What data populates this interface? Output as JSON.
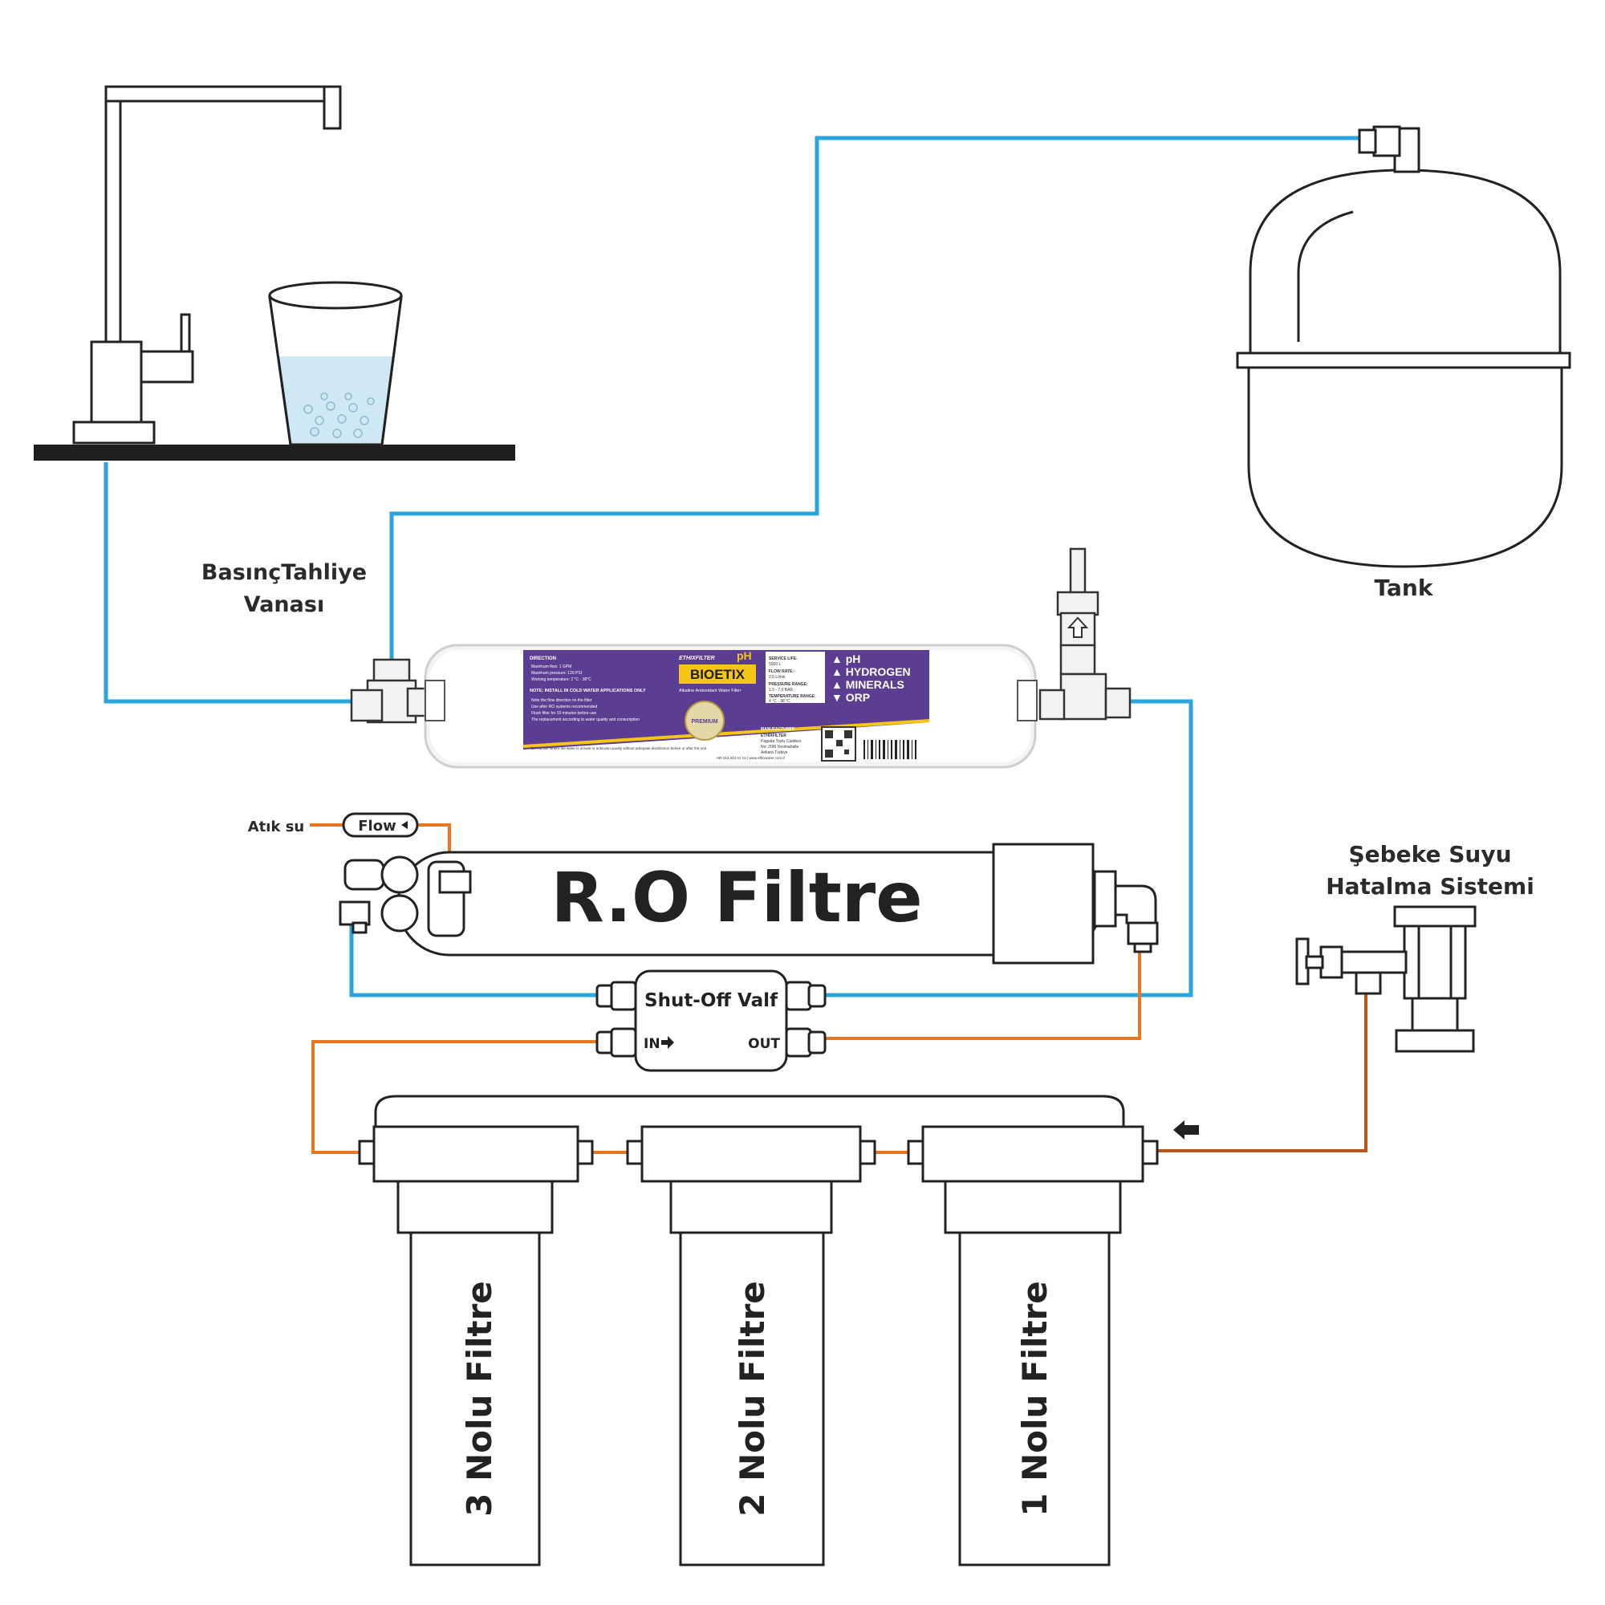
{
  "labels": {
    "pressure_valve_line1": "BasınçTahliye",
    "pressure_valve_line2": "Vanası",
    "tank": "Tank",
    "waste": "Atık su",
    "flow": "Flow",
    "ro_filter": "R.O Filtre",
    "shutoff": "Shut-Off Valf",
    "shutoff_in": "IN",
    "shutoff_out": "OUT",
    "mains_line1": "Şebeke Suyu",
    "mains_line2": "Hatalma Sistemi",
    "filter1": "1 Nolu Filtre",
    "filter2": "2 Nolu Filtre",
    "filter3": "3 Nolu Filtre"
  },
  "product_label": {
    "brand": "ETHIXFILTER",
    "ph_mark": "pH",
    "name": "BIOETIX",
    "subtitle": "Alkaline Antioxidant Water Filter",
    "direction_title": "DIRECTION",
    "direction_items": [
      "Maximum flow: 1 GPM",
      "Maximum pressure: 120 PSI",
      "Working temperature: 2 °C - 38°C"
    ],
    "note_title": "NOTE: INSTALL IN COLD WATER APPLICATIONS ONLY",
    "note_items": [
      "Note the flow direction on the filter",
      "Use after RO systems recommended",
      "Flush filter for 10 minutes before use",
      "The replacement according to water quality and consumption"
    ],
    "specs": [
      "SERVICE LIFE:",
      "5000 L",
      "FLOW RATE:",
      "0.5 L/min",
      "PRESSURE RANGE:",
      "1.5 - 7.0 BAR",
      "TEMPERATURE RANGE:",
      "4 °C - 38 °C"
    ],
    "features": [
      "▲ pH",
      "▲ HYDROGEN",
      "▲ MINERALS",
      "▼ ORP"
    ],
    "badge": "PREMIUM",
    "manufacturer_title": "MANUFACTURER",
    "manufacturer_lines": [
      "ETHIXFILTER",
      "Pagoda Tozlu Caddesi",
      "No: 20/8 Yenimahalle",
      "Ankara Türkiye"
    ],
    "warning": "Do not use where the water is unsafe or unknown quality without adequate disinfection before or after the unit.",
    "contact": "+90 312 344 01 10 | www.ethixwater.com.tr"
  },
  "colors": {
    "blue_pipe": "#2aa6dc",
    "orange_pipe": "#e87722",
    "brown_pipe": "#b5561d",
    "label_purple": "#5b3e91",
    "label_yellow": "#f5c518",
    "water": "#cfe8f5"
  }
}
